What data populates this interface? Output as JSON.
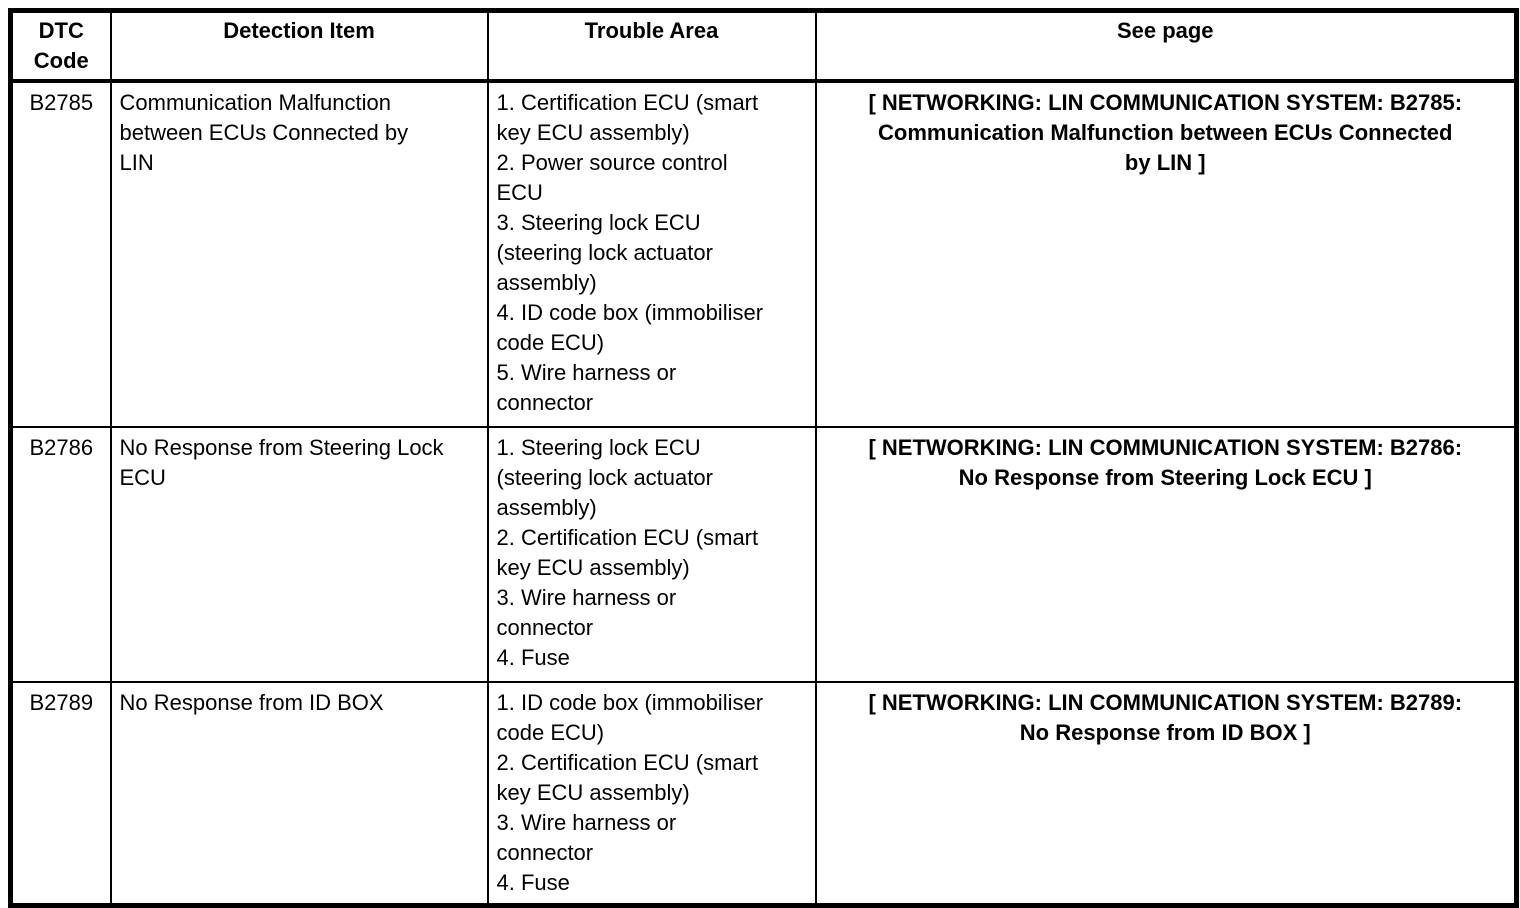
{
  "colors": {
    "text": "#000000",
    "background": "#ffffff",
    "border": "#000000"
  },
  "table": {
    "columns": {
      "dtc_code_label": "DTC\nCode",
      "detection_item_label": "Detection Item",
      "trouble_area_label": "Trouble Area",
      "see_page_label": "See page"
    },
    "rows": [
      {
        "dtc_code": "B2785",
        "detection_item": "Communication Malfunction\nbetween ECUs Connected by\nLIN",
        "trouble_area": "1. Certification ECU (smart\nkey ECU assembly)\n2. Power source control\nECU\n3. Steering lock ECU\n(steering lock actuator\nassembly)\n4. ID code box (immobiliser\ncode ECU)\n5. Wire harness or\nconnector",
        "see_page": "[ NETWORKING: LIN COMMUNICATION SYSTEM: B2785:\nCommunication Malfunction between ECUs Connected\nby LIN ]"
      },
      {
        "dtc_code": "B2786",
        "detection_item": "No Response from Steering Lock\nECU",
        "trouble_area": "1. Steering lock ECU\n(steering lock actuator\nassembly)\n2. Certification ECU (smart\nkey ECU assembly)\n3. Wire harness or\nconnector\n4. Fuse",
        "see_page": "[ NETWORKING: LIN COMMUNICATION SYSTEM: B2786:\nNo Response from Steering Lock ECU ]"
      },
      {
        "dtc_code": "B2789",
        "detection_item": "No Response from ID BOX",
        "trouble_area": "1. ID code box (immobiliser\ncode ECU)\n2. Certification ECU (smart\nkey ECU assembly)\n3. Wire harness or\nconnector\n4. Fuse",
        "see_page": "[ NETWORKING: LIN COMMUNICATION SYSTEM: B2789:\nNo Response from ID BOX ]"
      }
    ]
  }
}
